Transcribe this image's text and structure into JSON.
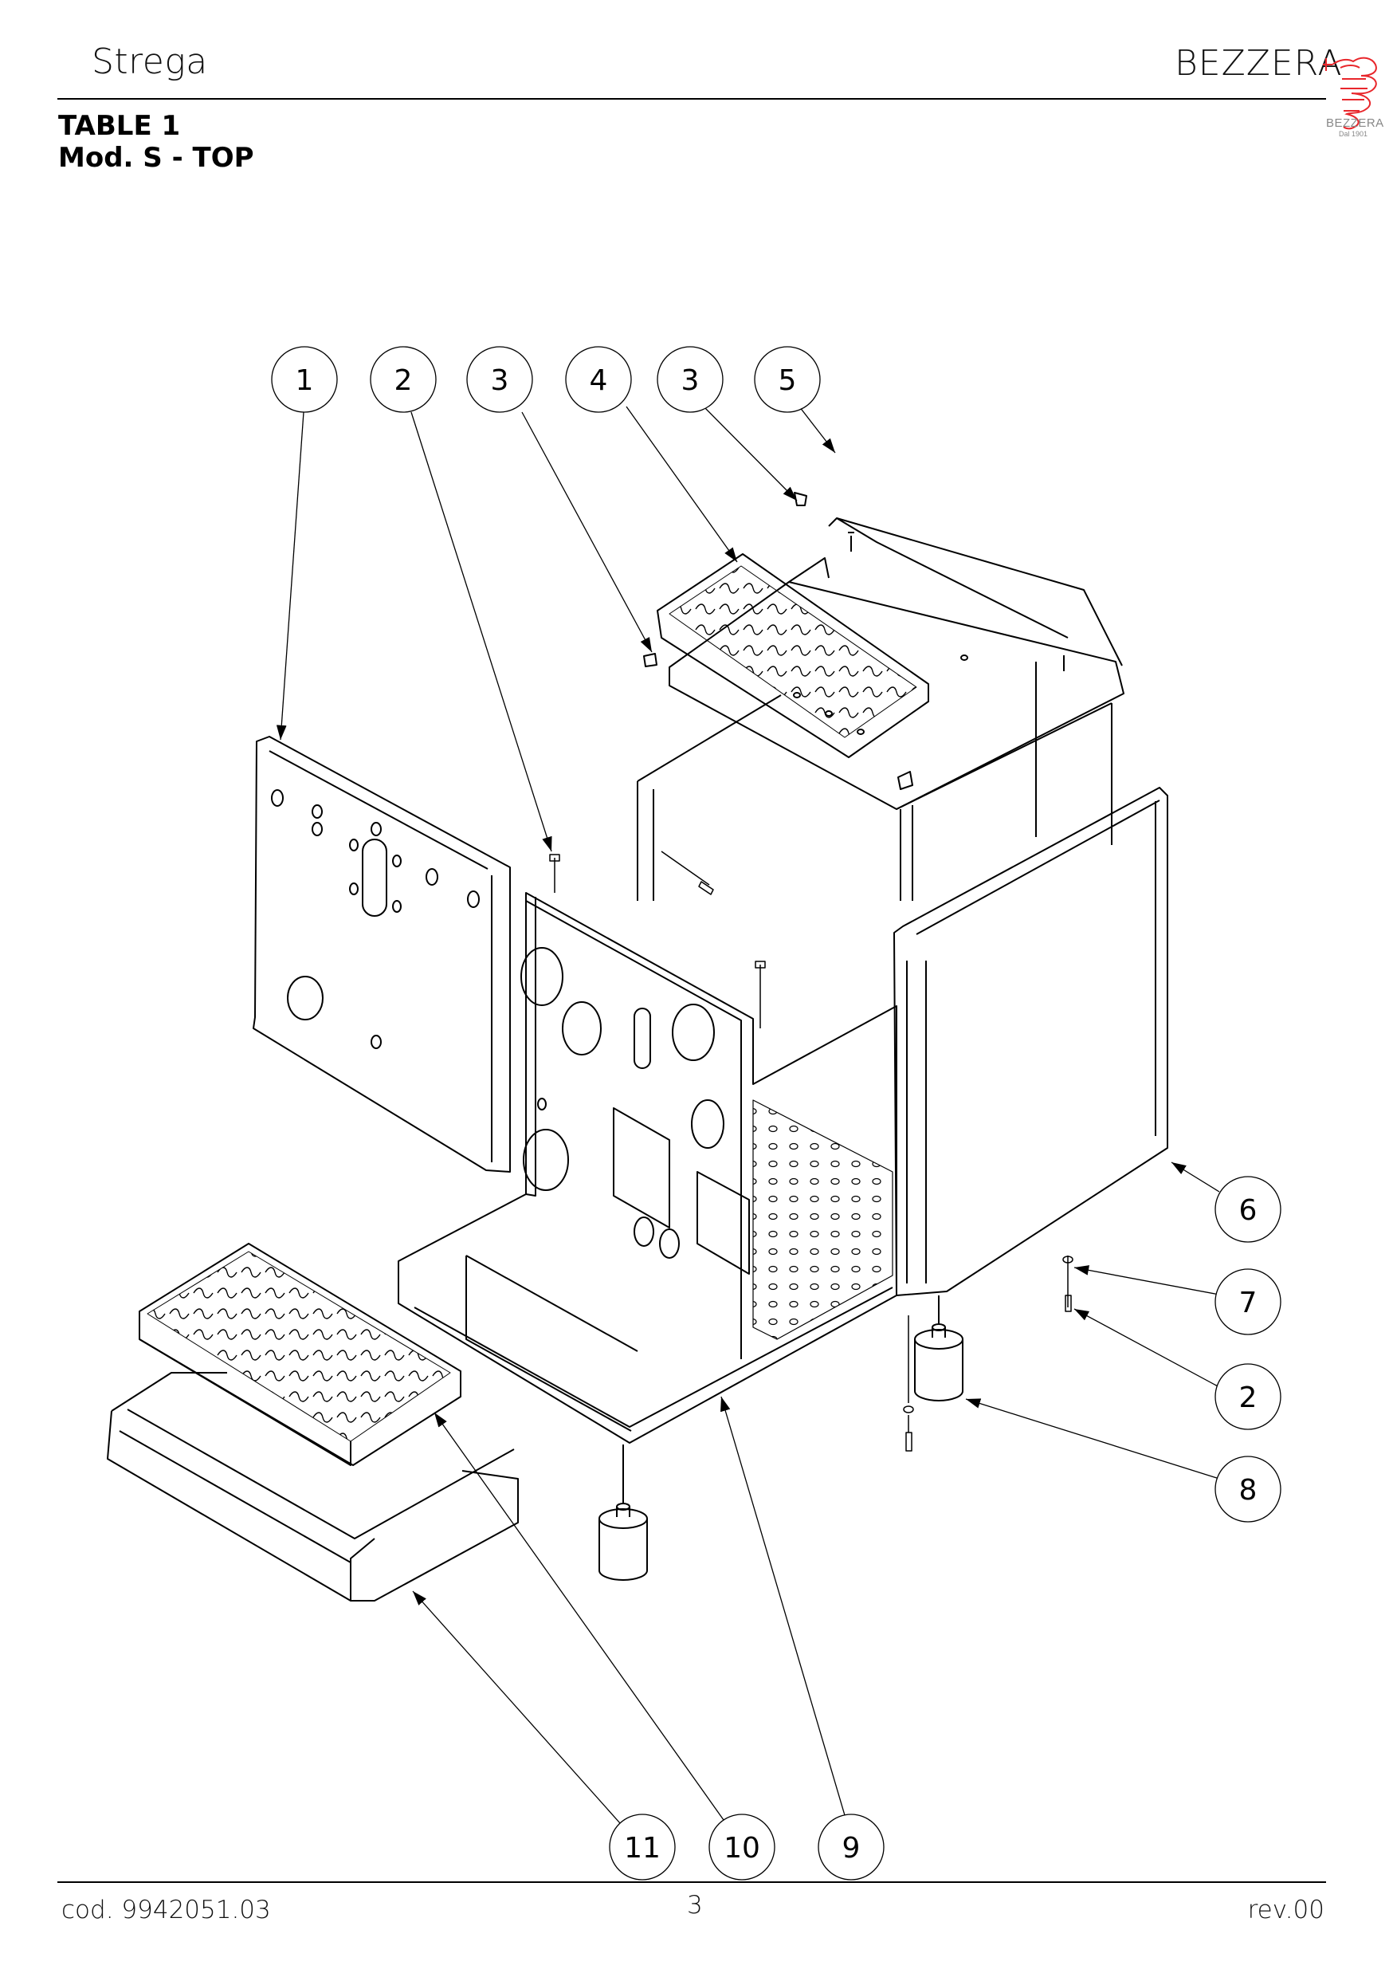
{
  "header": {
    "model_name": "Strega",
    "brand": "BEZZERA",
    "logo_text": "BEZZERA",
    "logo_subtext": "Dal 1901",
    "table_label": "TABLE 1",
    "table_subtitle": "Mod. S - TOP"
  },
  "callouts": {
    "top": [
      "1",
      "2",
      "3",
      "4",
      "3",
      "5"
    ],
    "right": [
      "6",
      "7",
      "2",
      "8"
    ],
    "bottom": [
      "11",
      "10",
      "9"
    ]
  },
  "footer": {
    "code": "cod. 9942051.03",
    "page": "3",
    "revision": "rev.00"
  },
  "colors": {
    "logo_red": "#e8262b",
    "line": "#000000"
  }
}
